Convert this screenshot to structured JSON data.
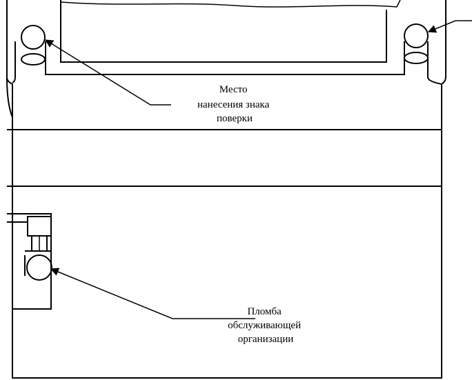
{
  "labels": {
    "verification_mark": [
      "Место",
      "нанесения знака",
      "поверки"
    ],
    "service_seal": [
      "Пломба",
      "обслуживающей",
      "организации"
    ]
  }
}
